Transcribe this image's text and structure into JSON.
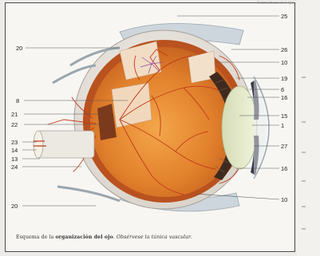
{
  "header": {
    "running_head": "Estructura del ojo"
  },
  "caption": {
    "part1": "Esquema de la ",
    "bold": "organización del ojo",
    "part2": ". ",
    "italic": "Obsérvese la túnica vascular."
  },
  "labels": {
    "l25": "25",
    "l20_top": "20",
    "l26": "26",
    "l10_top": "10",
    "l19": "19",
    "l6": "6",
    "l8": "8",
    "l16_top": "16",
    "l21": "21",
    "l15": "15",
    "l22": "22",
    "l1": "1",
    "l23": "23",
    "l14": "14",
    "l13": "13",
    "l27": "27",
    "l24": "24",
    "l16_bottom": "16",
    "l10_bottom": "10",
    "l20_bottom": "20"
  },
  "colors": {
    "page": "#f7f6f3",
    "sclera": "#e9e4dd",
    "choroid": "#c2622a",
    "retina": "#e5862c",
    "vessel": "#c23a1a",
    "lens": "#dfe5c2",
    "muscle": "#c8d2d8"
  }
}
